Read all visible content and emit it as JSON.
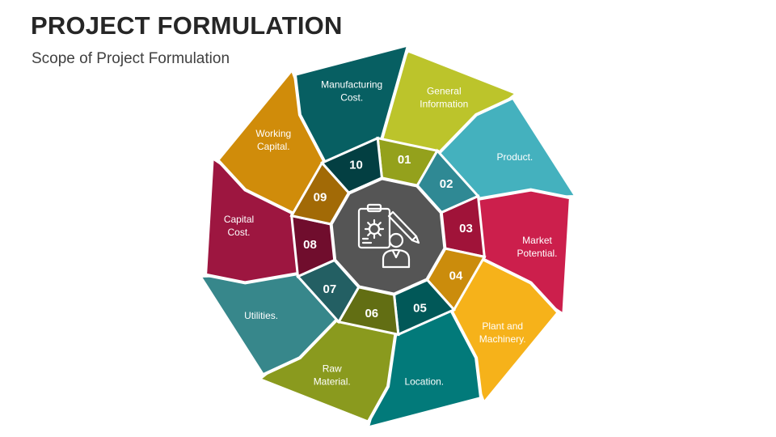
{
  "title": "PROJECT FORMULATION",
  "subtitle": "Scope of Project Formulation",
  "center": {
    "icon": "project-formulation-icon",
    "color": "#555555"
  },
  "segments": [
    {
      "number": "01",
      "label_lines": [
        "General",
        "Information"
      ],
      "color": "#BCC42B",
      "dark": "#94A11C"
    },
    {
      "number": "02",
      "label_lines": [
        "Product."
      ],
      "color": "#44B1BE",
      "dark": "#2F8994"
    },
    {
      "number": "03",
      "label_lines": [
        "Market",
        "Potential."
      ],
      "color": "#CC1F4C",
      "dark": "#A01339"
    },
    {
      "number": "04",
      "label_lines": [
        "Plant and",
        "Machinery."
      ],
      "color": "#F6B21A",
      "dark": "#CB8C0C"
    },
    {
      "number": "05",
      "label_lines": [
        "Location."
      ],
      "color": "#027A7A",
      "dark": "#015858"
    },
    {
      "number": "06",
      "label_lines": [
        "Raw",
        "Material."
      ],
      "color": "#8A9A1E",
      "dark": "#626E13"
    },
    {
      "number": "07",
      "label_lines": [
        "Utilities."
      ],
      "color": "#37878B",
      "dark": "#235F63"
    },
    {
      "number": "08",
      "label_lines": [
        "Capital",
        "Cost."
      ],
      "color": "#9D1640",
      "dark": "#700D2D"
    },
    {
      "number": "09",
      "label_lines": [
        "Working",
        "Capital."
      ],
      "color": "#D08C0A",
      "dark": "#A26A06"
    },
    {
      "number": "10",
      "label_lines": [
        "Manufacturing",
        "Cost."
      ],
      "color": "#075F62",
      "dark": "#033F42"
    }
  ]
}
